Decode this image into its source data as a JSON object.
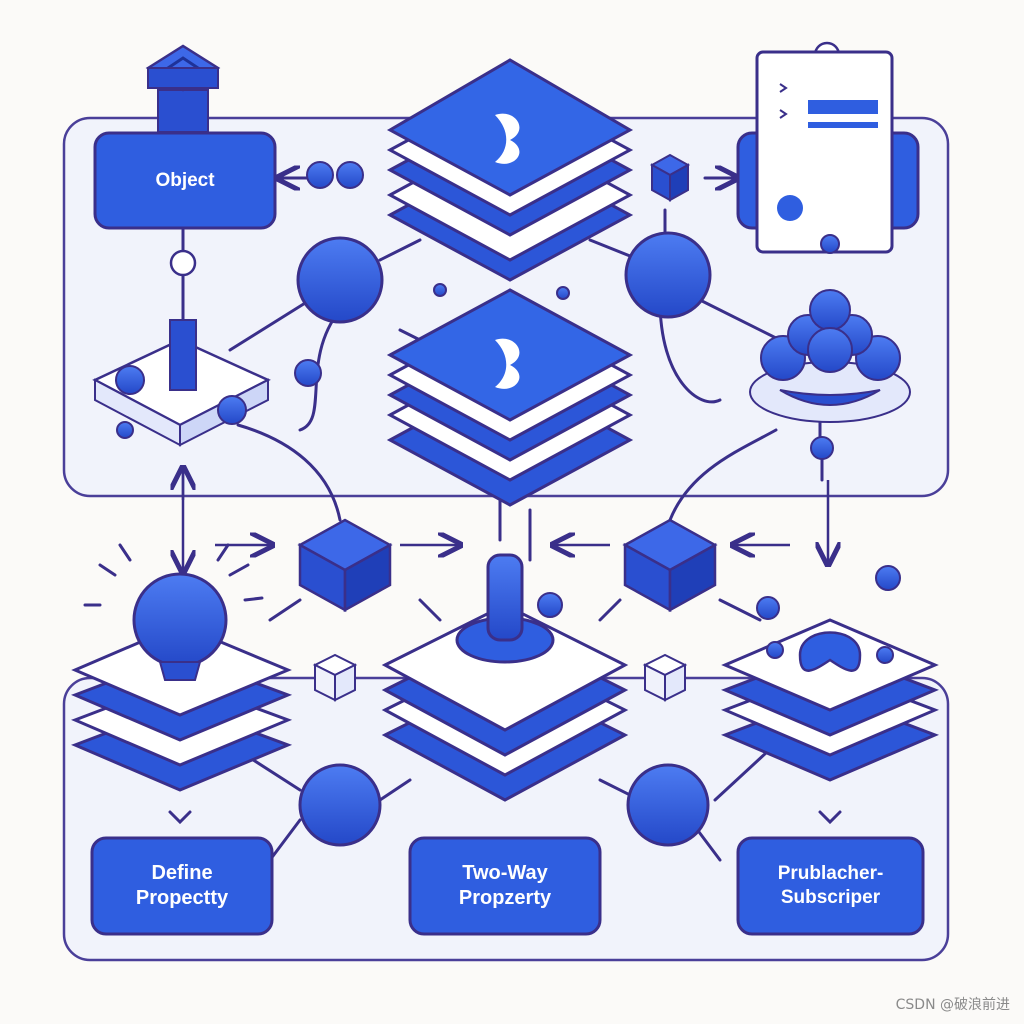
{
  "labels": {
    "object": "Object",
    "define_property": "Define\nPropectty",
    "two_way": "Two-Way\nPropzerty",
    "pub_sub": "Prublacher-\nSubscriper"
  },
  "watermark": "CSDN @破浪前进",
  "colors": {
    "primary": "#2f5ee0",
    "dark": "#2a3aa8",
    "outline": "#3a2f8a",
    "light": "#e9edfb",
    "panel": "#eef1fb"
  }
}
